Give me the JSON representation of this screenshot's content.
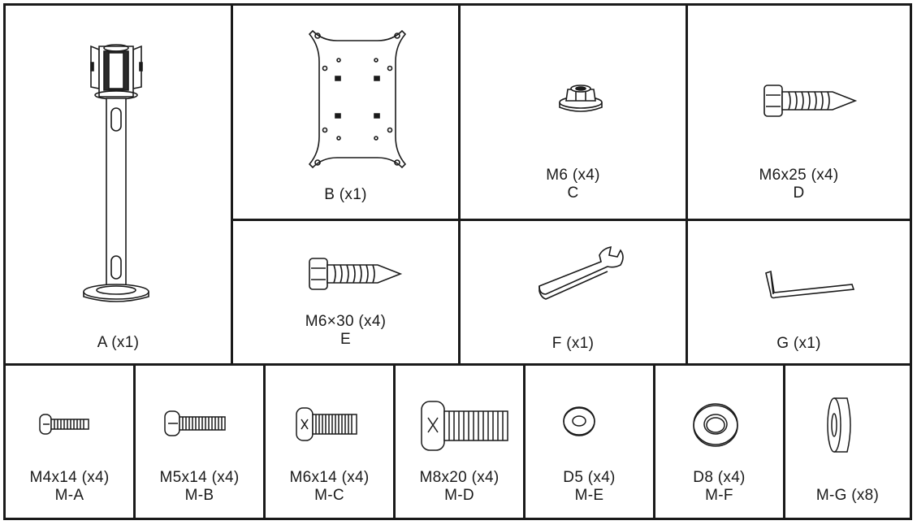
{
  "parts": [
    {
      "id": "A",
      "label": "A (x1)",
      "name": "pole"
    },
    {
      "id": "B",
      "label": "B (x1)",
      "name": "vesa-plate"
    },
    {
      "id": "C",
      "size": "M6 (x4)",
      "code": "C",
      "name": "nut"
    },
    {
      "id": "D",
      "size": "M6x25 (x4)",
      "code": "D",
      "name": "lag-bolt"
    },
    {
      "id": "E",
      "size": "M6×30 (x4)",
      "code": "E",
      "name": "lag-bolt"
    },
    {
      "id": "F",
      "label": "F (x1)",
      "name": "wrench"
    },
    {
      "id": "G",
      "label": "G (x1)",
      "name": "allen-key"
    }
  ],
  "hardware": [
    {
      "size": "M4x14 (x4)",
      "code": "M-A",
      "name": "screw"
    },
    {
      "size": "M5x14 (x4)",
      "code": "M-B",
      "name": "screw"
    },
    {
      "size": "M6x14 (x4)",
      "code": "M-C",
      "name": "screw"
    },
    {
      "size": "M8x20 (x4)",
      "code": "M-D",
      "name": "screw"
    },
    {
      "size": "D5 (x4)",
      "code": "M-E",
      "name": "washer"
    },
    {
      "size": "D8 (x4)",
      "code": "M-F",
      "name": "washer"
    },
    {
      "label": "M-G (x8)",
      "name": "spacer"
    }
  ]
}
